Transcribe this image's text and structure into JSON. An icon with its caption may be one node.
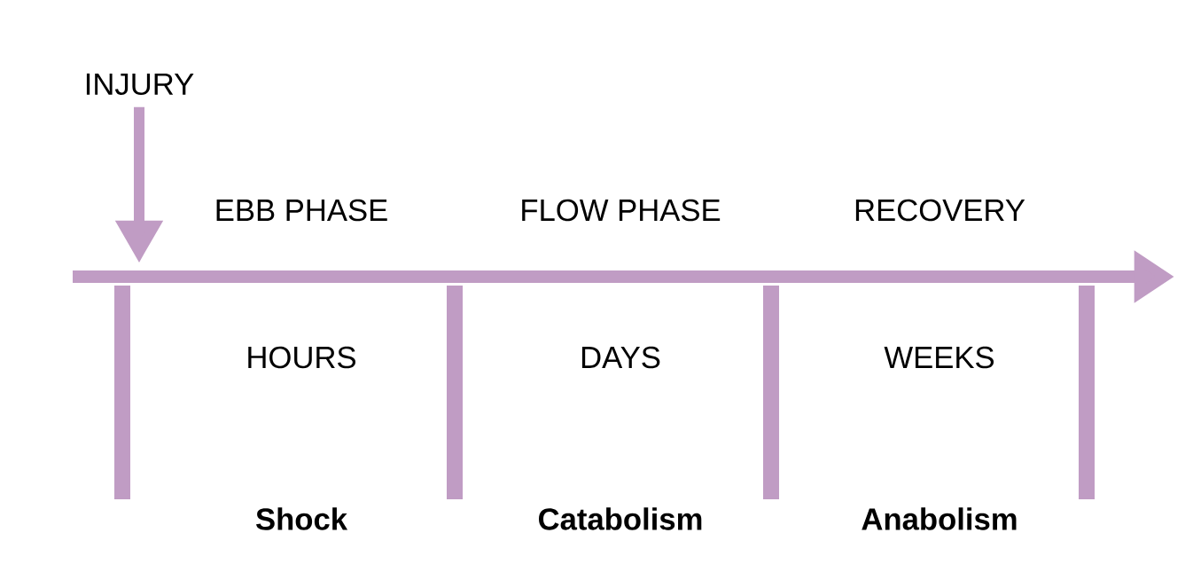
{
  "diagram": {
    "nodes": [
      {
        "text": [
          "INJURY"
        ]
      },
      {
        "text": [],
        "shape": "arrow"
      }
    ],
    "edges": [
      {
        "from": 0,
        "to": 1,
        "arrow": "to"
      }
    ],
    "labels": [
      "EBB PHASE",
      "FLOW PHASE",
      "RECOVERY",
      "HOURS",
      "DAYS",
      "WEEKS",
      "Shock",
      "Catabolism",
      "Anabolism"
    ]
  }
}
